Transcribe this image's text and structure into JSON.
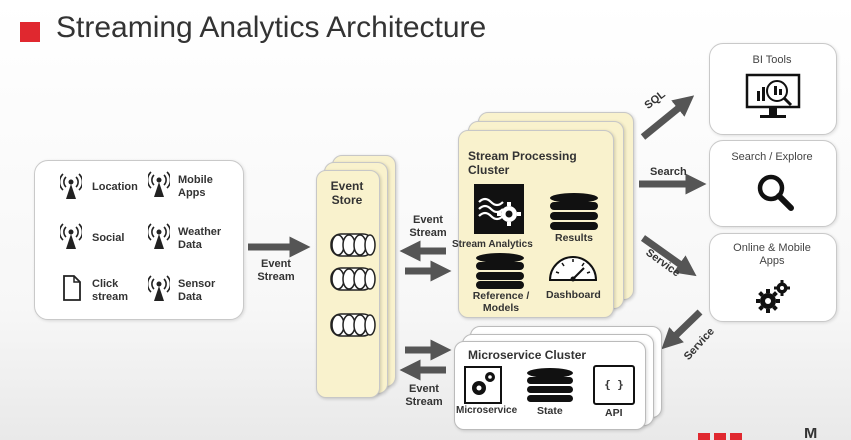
{
  "title": "Streaming Analytics Architecture",
  "colors": {
    "accent": "#e0282f",
    "cluster_fill": "#f9f2cd",
    "arrow": "#555555"
  },
  "sources": [
    {
      "label": "Location",
      "icon": "antenna-icon"
    },
    {
      "label": "Mobile\nApps",
      "icon": "antenna-icon"
    },
    {
      "label": "Social",
      "icon": "antenna-icon"
    },
    {
      "label": "Weather\nData",
      "icon": "antenna-icon"
    },
    {
      "label": "Click\nstream",
      "icon": "document-icon"
    },
    {
      "label": "Sensor\nData",
      "icon": "antenna-icon"
    }
  ],
  "event_store": {
    "label": "Event\nStore"
  },
  "stream_processing": {
    "label": "Stream Processing\nCluster",
    "items": [
      {
        "label": "Stream Analytics",
        "icon": "stream-analytics-icon"
      },
      {
        "label": "Results",
        "icon": "database-icon"
      },
      {
        "label": "Reference /\nModels",
        "icon": "database-icon"
      },
      {
        "label": "Dashboard",
        "icon": "gauge-icon"
      }
    ]
  },
  "microservice_cluster": {
    "label": "Microservice Cluster",
    "items": [
      {
        "label": "Microservice",
        "icon": "microservice-icon"
      },
      {
        "label": "State",
        "icon": "database-icon"
      },
      {
        "label": "API",
        "icon": "api-braces-icon"
      }
    ]
  },
  "consumers": [
    {
      "label": "BI Tools",
      "icon": "bi-monitor-icon"
    },
    {
      "label": "Search / Explore",
      "icon": "magnifier-icon"
    },
    {
      "label": "Online & Mobile\nApps",
      "icon": "gears-icon"
    }
  ],
  "arrow_labels": {
    "sources_to_store": "Event\nStream",
    "store_processing": "Event\nStream",
    "store_microservice": "Event\nStream",
    "sql": "SQL",
    "search": "Search",
    "service_online": "Service",
    "service_micro": "Service"
  },
  "footer_mark": "M",
  "api_glyph": "{ }"
}
